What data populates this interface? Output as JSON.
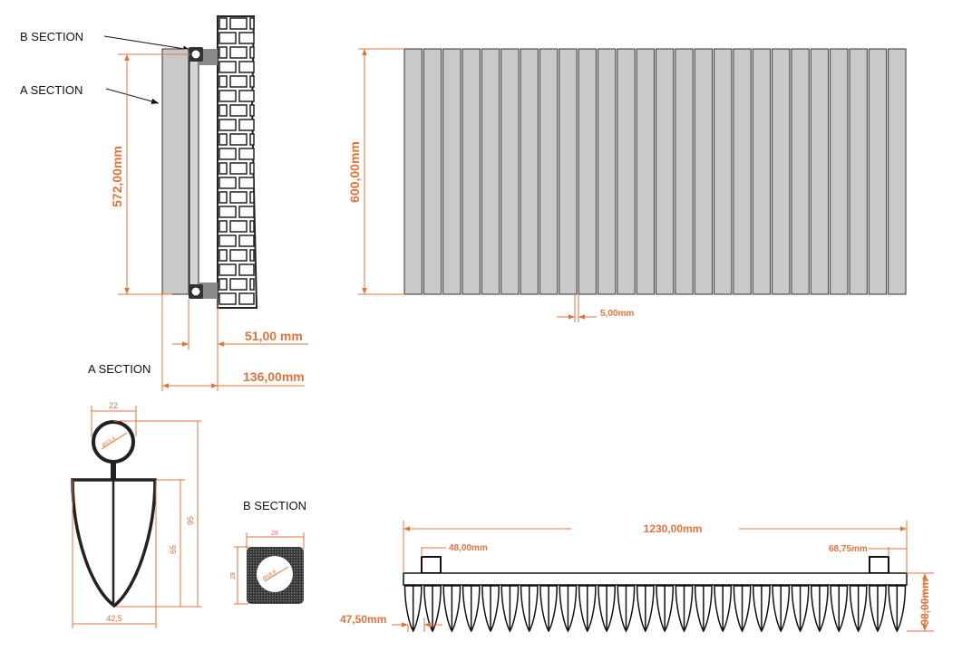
{
  "labels": {
    "b_section_pointer": "B SECTION",
    "a_section_pointer": "A SECTION",
    "a_section_title": "A SECTION",
    "b_section_title": "B SECTION"
  },
  "side_view": {
    "height": "572,00mm",
    "pipe_offset": "51,00 mm",
    "depth": "136,00mm"
  },
  "front_view": {
    "height": "600,00mm",
    "gap": "5,00mm",
    "panel_count": 26
  },
  "top_view": {
    "width": "1230,00mm",
    "left_bracket": "48,00mm",
    "right_bracket": "68,75mm",
    "depth": "98,00mm",
    "fin_pitch": "47,50mm"
  },
  "a_section": {
    "pipe_width": "22",
    "pipe_diameter": "Ø19,4",
    "total_height": "95",
    "fin_height": "65",
    "fin_width": "42,5"
  },
  "b_section": {
    "width": "28",
    "height": "28",
    "hole_diameter": "Ø18,8"
  },
  "colors": {
    "dimension": "#e4733a",
    "panel": "#c9c9c9",
    "outline": "#222222"
  }
}
